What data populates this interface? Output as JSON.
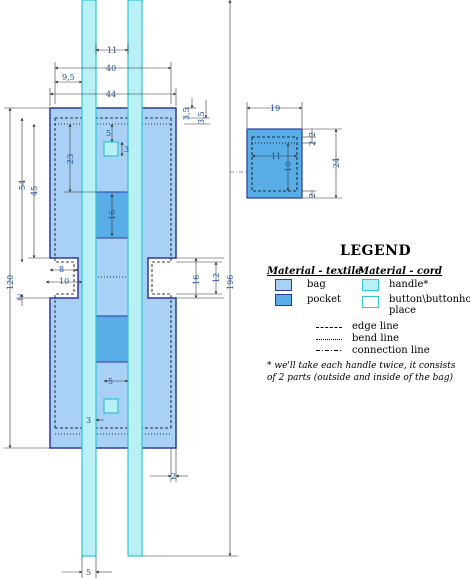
{
  "dimensions": {
    "d11": "11",
    "d40": "40",
    "d9_5": "9,5",
    "d44": "44",
    "d3_5a": "3,5",
    "d3_5b": "3,5",
    "d5_top": "5",
    "d3_top": "3",
    "d23": "23",
    "d16_pocket": "16",
    "d54": "54",
    "d45": "45",
    "d120": "120",
    "d196": "196",
    "d8": "8",
    "d10": "10",
    "d2_left": "2",
    "d16_right": "16",
    "d12": "12",
    "d5_bottom": "5",
    "d3_bottom": "3",
    "d2_bottom": "2",
    "d5_handle": "5",
    "d19": "19",
    "d11_pocket": "11",
    "d10_pocket": "10",
    "d24": "24",
    "d2_pa": "2",
    "d2_pb": "2",
    "d2_pc": "2"
  },
  "legend": {
    "title": "LEGEND",
    "textile_heading": "Material - textile",
    "cord_heading": "Material - cord",
    "bag": "bag",
    "pocket": "pocket",
    "handle": "handle*",
    "button_line1": "button\\buttonhole",
    "button_line2": "place",
    "edge_line": "edge line",
    "bend_line": "bend line",
    "connection_line": "connection line",
    "note": "* we'll take each handle twice, it consists of 2 parts (outside and inside of the bag)"
  },
  "colors": {
    "bag_fill": "#a9d1f5",
    "pocket_fill": "#5aaee8",
    "handle_fill": "#b9f0f5",
    "outline": "#2a3a9c",
    "handle_outline": "#2ec4d6",
    "dimension_text": "#1a4fa0"
  }
}
